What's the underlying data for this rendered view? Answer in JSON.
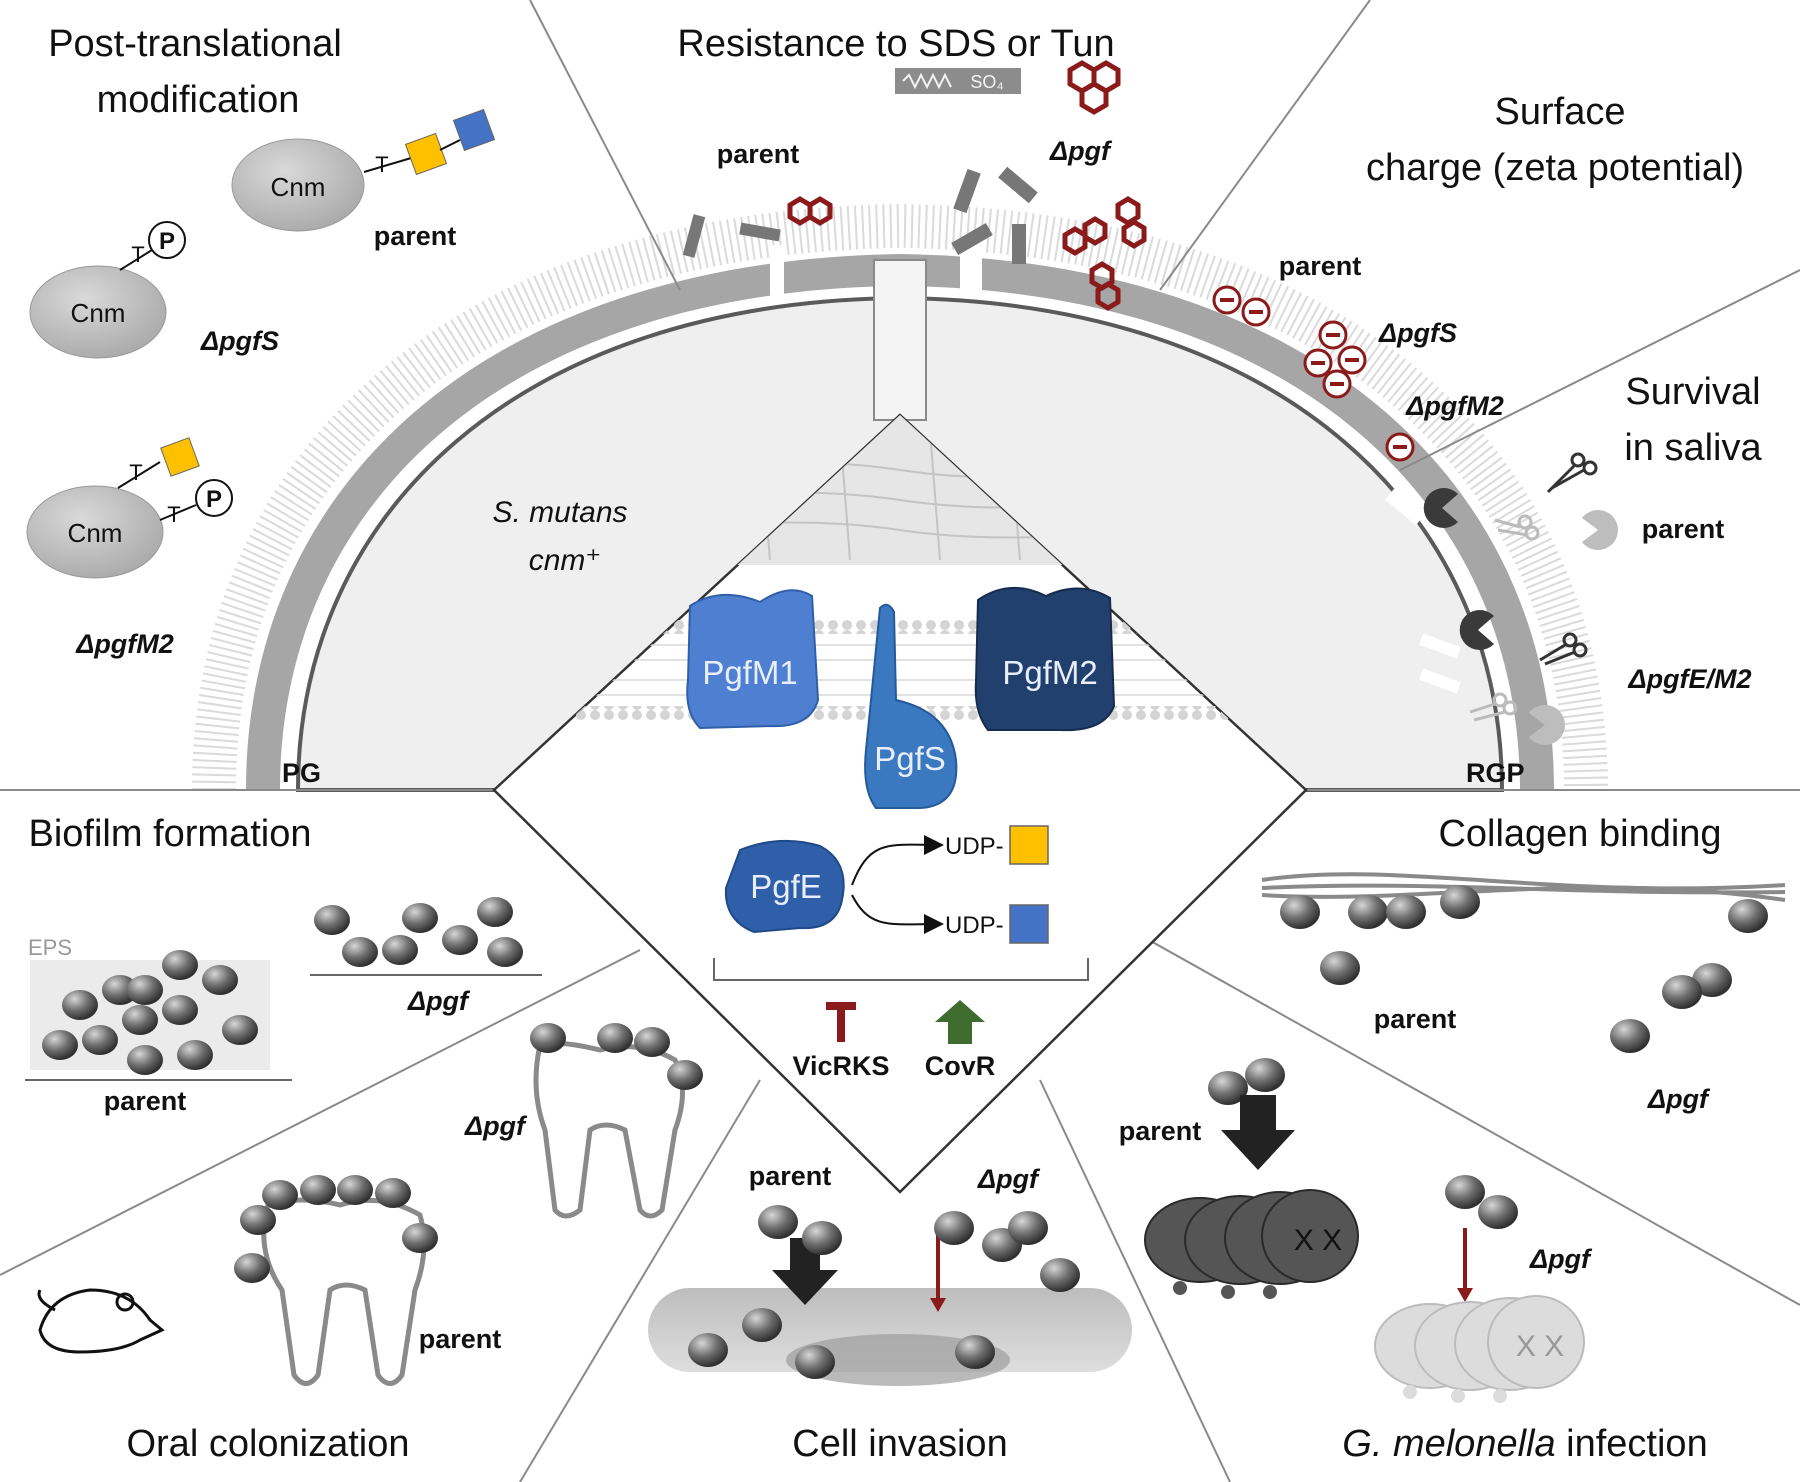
{
  "panels": {
    "ptm": {
      "title_line1": "Post-translational",
      "title_line2": "modification"
    },
    "resistance": {
      "title": "Resistance to SDS or Tun"
    },
    "surface": {
      "title_line1": "Surface",
      "title_line2": "charge (zeta potential)"
    },
    "saliva": {
      "title_line1": "Survival",
      "title_line2": "in saliva"
    },
    "biofilm": {
      "title": "Biofilm formation"
    },
    "collagen": {
      "title": "Collagen binding"
    },
    "oral": {
      "title": "Oral colonization"
    },
    "invasion": {
      "title": "Cell invasion"
    },
    "gmel": {
      "title_italic": "G. melonella",
      "title_rest": " infection"
    }
  },
  "labels": {
    "parent": "parent",
    "d_pgf": "Δpgf",
    "d_pgfS": "ΔpgfS",
    "d_pgfM2": "ΔpgfM2",
    "d_pgfEM2": "ΔpgfE/M2",
    "cnm": "Cnm",
    "t": "T",
    "p": "P",
    "sulfate": "SO₄",
    "pg": "PG",
    "rgp": "RGP",
    "species": "S. mutans",
    "genotype": "cnm⁺",
    "eps": "EPS"
  },
  "proteins": {
    "m1": "PgfM1",
    "m2": "PgfM2",
    "s": "PgfS",
    "e": "PgfE",
    "udp1": "UDP-",
    "udp2": "UDP-"
  },
  "regulators": {
    "vic": "VicRKS",
    "covr": "CovR"
  },
  "colors": {
    "wall": "#a6a6a6",
    "cell": "#efefef",
    "pgfm1": "#4f7fd0",
    "pgfm2": "#22406e",
    "pgfs": "#3a78c0",
    "pgfe": "#2e5fa8",
    "yellow_sugar": "#ffc000",
    "blue_sugar": "#4472c4",
    "tunicamycin": "#8b1a1a",
    "inhibit": "#8b1a1a",
    "activate": "#3e6b2e",
    "bacterium": "#6b6b6b"
  },
  "icons": [
    "scissors-icon",
    "mouse-icon",
    "tooth-icon",
    "larva-icon",
    "phosphate-icon",
    "negative-charge-icon"
  ]
}
